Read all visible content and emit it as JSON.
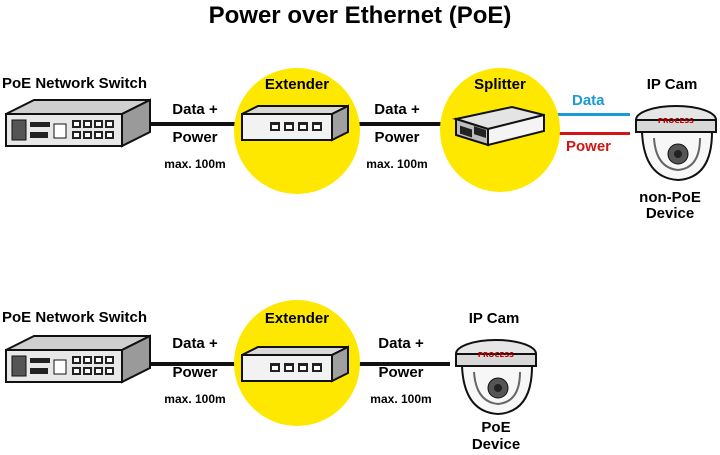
{
  "title": "Power over Ethernet (PoE)",
  "colors": {
    "circle": "#ffe800",
    "data_line": "#1a9ad6",
    "power_line": "#d01717",
    "cable": "#111111"
  },
  "row1": {
    "switch_label": "PoE Network Switch",
    "extender_label": "Extender",
    "splitter_label": "Splitter",
    "camera_label": "IP Cam",
    "link1": {
      "line1": "Data +",
      "line2": "Power",
      "distance": "max. 100m"
    },
    "link2": {
      "line1": "Data +",
      "line2": "Power",
      "distance": "max. 100m"
    },
    "data_label": "Data",
    "power_label": "Power",
    "device_line1": "non-PoE",
    "device_line2": "Device",
    "camera_brand": "PROCESS"
  },
  "row2": {
    "switch_label": "PoE Network Switch",
    "extender_label": "Extender",
    "camera_label": "IP Cam",
    "link1": {
      "line1": "Data +",
      "line2": "Power",
      "distance": "max. 100m"
    },
    "link2": {
      "line1": "Data +",
      "line2": "Power",
      "distance": "max. 100m"
    },
    "device_line1": "PoE",
    "device_line2": "Device",
    "camera_brand": "PROCESS"
  }
}
